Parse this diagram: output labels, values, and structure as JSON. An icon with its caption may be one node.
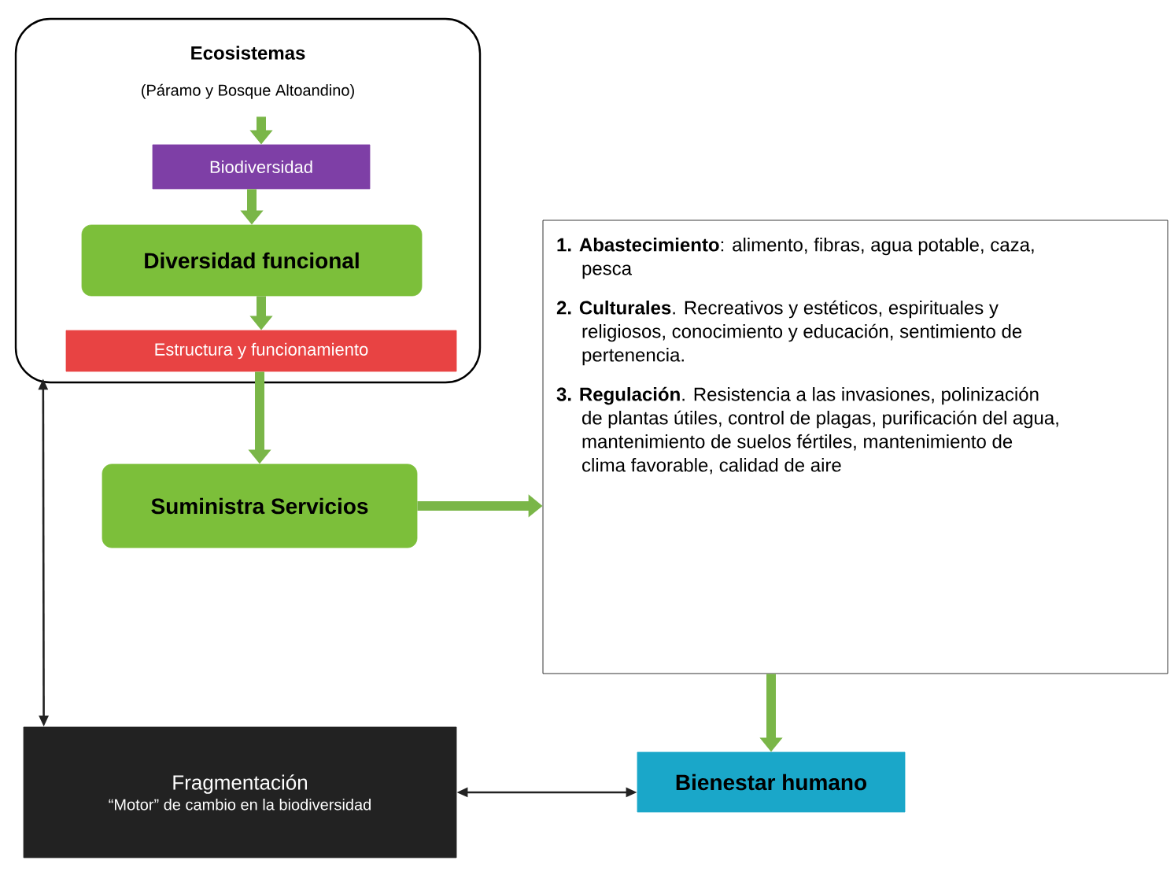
{
  "diagram": {
    "nodes": [
      {
        "text": [],
        "shape": "box"
      },
      {
        "text": [
          "Ecosistemas",
          "(Páramo y Bosque Altoandino)"
        ],
        "in": 0
      },
      {
        "text": [
          "Biodiversidad"
        ],
        "in": 0
      },
      {
        "text": [
          "Diversidad funcional"
        ],
        "in": 0
      },
      {
        "text": [
          "Estructura y funcionamiento"
        ],
        "in": 0
      },
      {
        "text": [
          "Suministra Servicios"
        ]
      },
      {
        "text": [
          "**1. Abastecimiento**: alimento, fibras, agua potable, caza, pesca",
          "**2. Culturales**. Recreativos y estéticos, espirituales y religiosos, conocimiento y educación, sentimiento de pertenencia.",
          "**3. Regulación**. Resistencia a las invasiones, polinización de plantas útiles, control de plagas, purificación del agua, mantenimiento de suelos fértiles, mantenimiento de clima favorable, calidad de aire"
        ]
      },
      {
        "text": [
          "Fragmentación",
          "“Motor” de cambio en la biodiversidad"
        ]
      },
      {
        "text": [
          "Bienestar humano"
        ]
      }
    ],
    "edges": [
      {
        "from": 1,
        "to": 2,
        "arrow": "to"
      },
      {
        "from": 2,
        "to": 3,
        "arrow": "to"
      },
      {
        "from": 3,
        "to": 4,
        "arrow": "to"
      },
      {
        "from": 4,
        "to": 5,
        "arrow": "to"
      },
      {
        "from": 5,
        "to": 6,
        "arrow": "to"
      },
      {
        "from": 6,
        "to": 8,
        "arrow": "to"
      },
      {
        "from": 7,
        "to": 0,
        "arrow": "both",
        "color": "#222222"
      },
      {
        "from": 7,
        "to": 8,
        "arrow": "both",
        "color": "#222222"
      }
    ]
  }
}
